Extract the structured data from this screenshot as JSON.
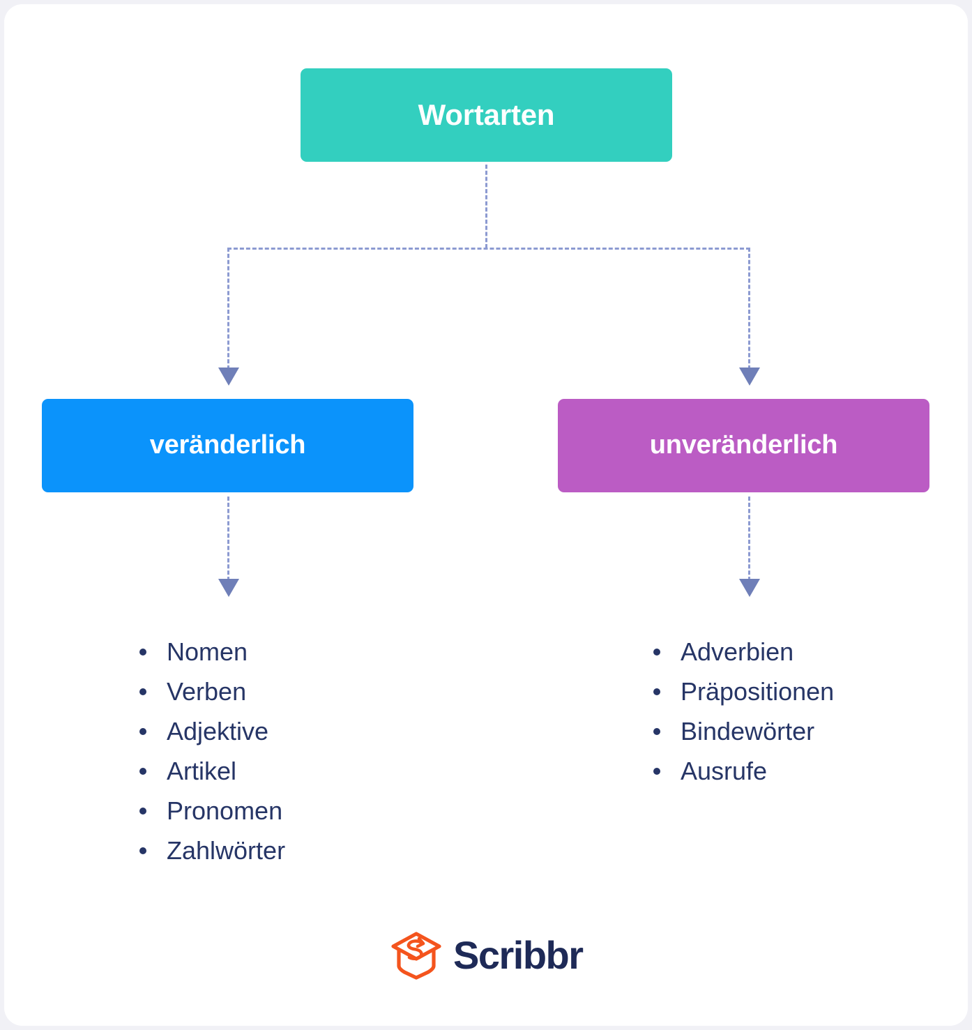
{
  "diagram": {
    "title": "Wortarten",
    "root": {
      "label": "Wortarten",
      "color": "#33cfbf"
    },
    "branches": [
      {
        "label": "veränderlich",
        "color": "#0b93fb",
        "items": [
          "Nomen",
          "Verben",
          "Adjektive",
          "Artikel",
          "Pronomen",
          "Zahlwörter"
        ]
      },
      {
        "label": "unveränderlich",
        "color": "#bb5cc4",
        "items": [
          "Adverbien",
          "Präpositionen",
          "Bindewörter",
          "Ausrufe"
        ]
      }
    ],
    "connector_color": "#8c9ad1",
    "arrow_color": "#6f7fb8",
    "text_color": "#263566"
  },
  "branding": {
    "name": "Scribbr",
    "mark": "graduation-cap-icon",
    "mark_color": "#f4541d",
    "word_color": "#1e2a57"
  }
}
